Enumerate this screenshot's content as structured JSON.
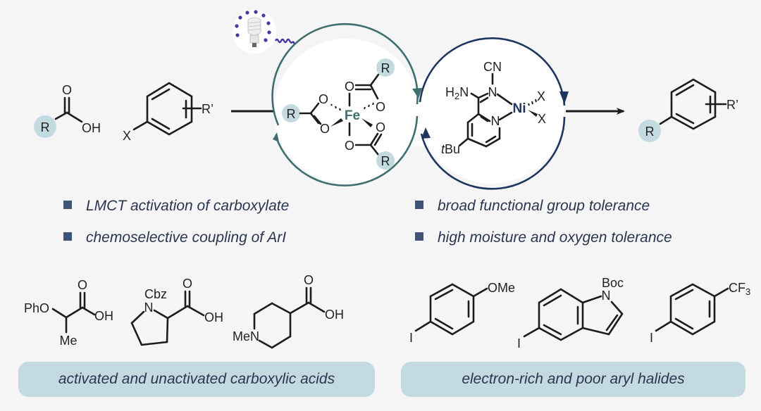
{
  "colors": {
    "background": "#f5f5f5",
    "fe_cycle": "#3e6e6e",
    "ni_cycle": "#1e355e",
    "r_highlight": "#c3dbe0",
    "light_wave": "#4b35a0",
    "text_dark": "#2b3550",
    "bullet": "#3d5478"
  },
  "reactants": {
    "acid": {
      "r_label": "R",
      "o_label": "O",
      "oh_label": "OH"
    },
    "aryl_halide": {
      "x_label": "X",
      "r_prime_label": "R’"
    }
  },
  "light_source": {
    "icon": "light-bulb-icon"
  },
  "fe_catalyst": {
    "metal": "Fe",
    "ligand_r_labels": [
      "R",
      "R",
      "R"
    ],
    "o_label": "O"
  },
  "ni_catalyst": {
    "metal": "Ni",
    "cn_label": "CN",
    "h2n_label": "H",
    "h2n_sub": "2",
    "h2n_n": "N",
    "n_label": "N",
    "x_labels": [
      "X",
      "X"
    ],
    "tbu_t": "t",
    "tbu_bu": "Bu"
  },
  "product": {
    "r_label": "R",
    "r_prime_label": "R’"
  },
  "features": {
    "left": [
      "LMCT activation of carboxylate",
      "chemoselective coupling of ArI"
    ],
    "right": [
      "broad functional group tolerance",
      "high moisture and oxygen tolerance"
    ]
  },
  "acid_examples": [
    {
      "labels": {
        "o": "O",
        "oh": "OH",
        "pho": "PhO",
        "me": "Me"
      }
    },
    {
      "labels": {
        "o": "O",
        "oh": "OH",
        "cbz": "Cbz",
        "n": "N"
      }
    },
    {
      "labels": {
        "o": "O",
        "oh": "OH",
        "men": "MeN"
      }
    }
  ],
  "aryl_examples": [
    {
      "labels": {
        "i": "I",
        "sub": "OMe"
      }
    },
    {
      "labels": {
        "i": "I",
        "boc": "Boc",
        "n": "N"
      }
    },
    {
      "labels": {
        "i": "I",
        "cf": "CF",
        "cf_sub": "3"
      }
    }
  ],
  "captions": {
    "acids": "activated and unactivated carboxylic acids",
    "aryl_halides": "electron-rich and poor aryl halides"
  }
}
